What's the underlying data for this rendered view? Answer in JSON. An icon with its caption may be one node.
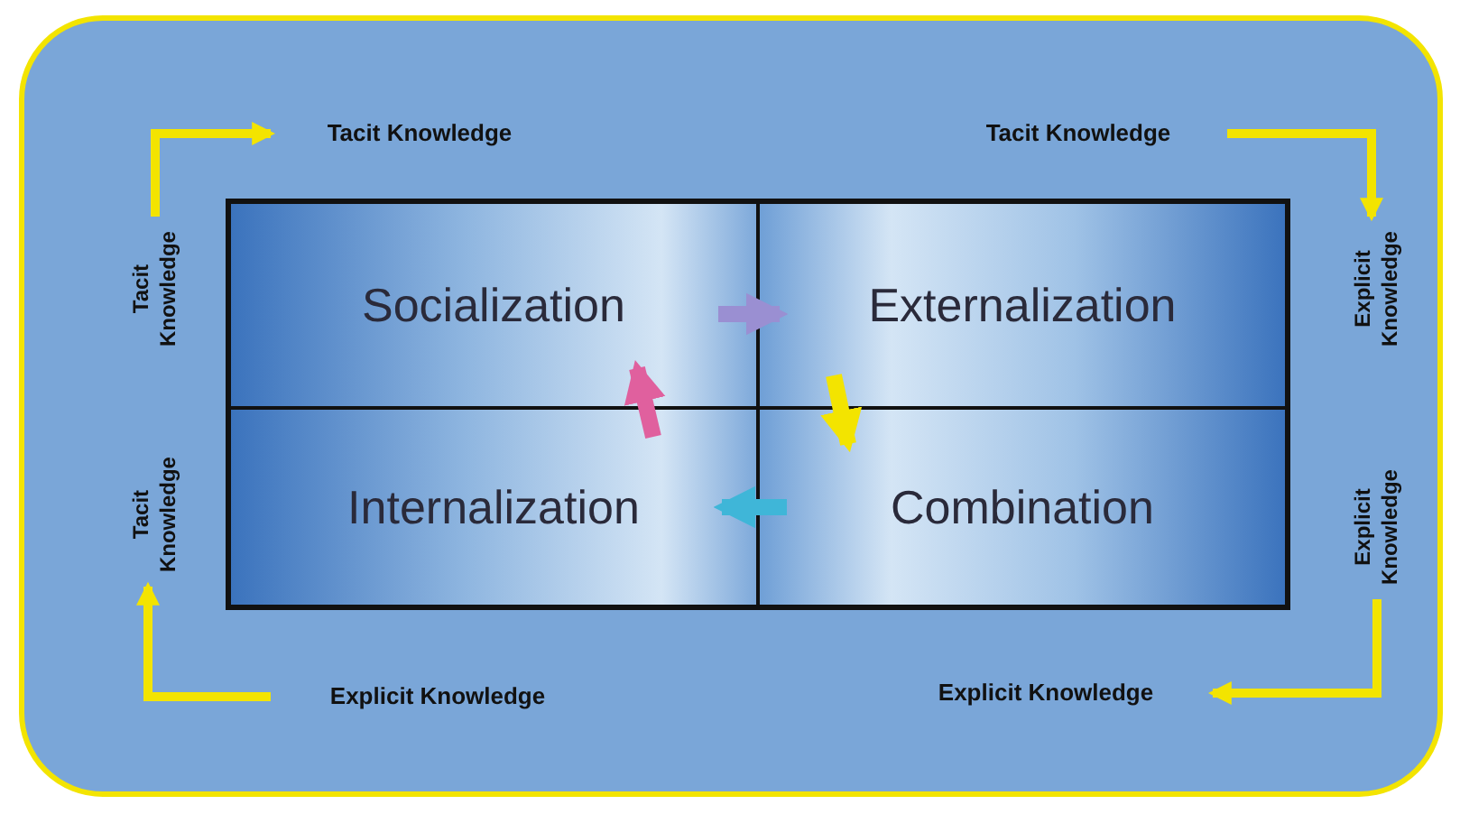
{
  "diagram": {
    "nodes": [
      {
        "text": [
          "Tacit Knowledge"
        ]
      },
      {
        "text": [
          "Tacit Knowledge"
        ]
      },
      {
        "text": [
          "Tacit Knowledge"
        ]
      },
      {
        "text": [
          "Socialization"
        ]
      },
      {
        "text": [
          "Externalization"
        ]
      },
      {
        "text": [
          "Explicit Knowledge"
        ]
      },
      {
        "text": [
          "Tacit Knowledge"
        ]
      },
      {
        "text": [
          "Internalization"
        ]
      },
      {
        "text": [
          "Combination"
        ]
      },
      {
        "text": [
          "Explicit Knowledge"
        ]
      },
      {
        "text": [
          "Explicit Knowledge"
        ]
      },
      {
        "text": [
          "Explicit Knowledge"
        ]
      }
    ],
    "edges": [
      {
        "from": 2,
        "to": 0,
        "arrow": "to"
      },
      {
        "from": 1,
        "to": 5,
        "arrow": "to"
      },
      {
        "from": 9,
        "to": 11,
        "arrow": "to"
      },
      {
        "from": 10,
        "to": 6,
        "arrow": "to"
      },
      {
        "from": 3,
        "to": 4,
        "arrow": "to",
        "style": "thick",
        "color": "#9a8fd2"
      },
      {
        "from": 4,
        "to": 8,
        "arrow": "to",
        "style": "thick"
      },
      {
        "from": 8,
        "to": 7,
        "arrow": "to",
        "style": "thick",
        "color": "#3fb6d8"
      },
      {
        "from": 7,
        "to": 3,
        "arrow": "to",
        "style": "thick",
        "color": "#e0609e"
      }
    ]
  }
}
